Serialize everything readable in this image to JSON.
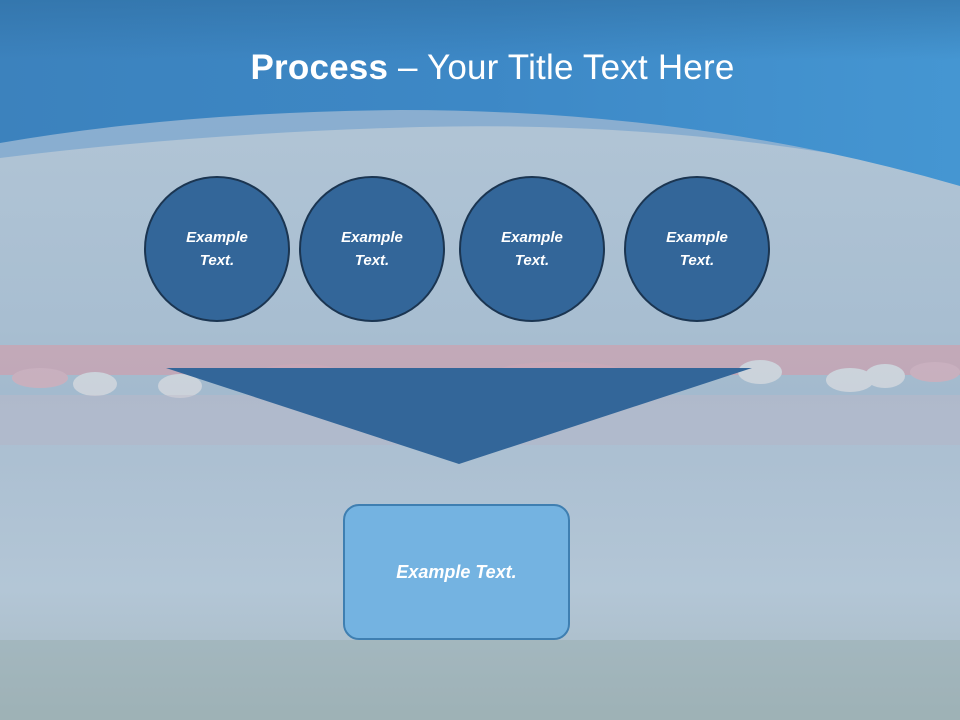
{
  "slide": {
    "title_bold": "Process",
    "title_rest": " – Your Title Text Here",
    "circles": [
      {
        "label": "Example Text."
      },
      {
        "label": "Example Text."
      },
      {
        "label": "Example Text."
      },
      {
        "label": "Example Text."
      }
    ],
    "result_box": {
      "label": "Example Text."
    }
  },
  "colors": {
    "header_blue": "#3a87c4",
    "circle_fill": "#336699",
    "circle_border": "#1b3551",
    "funnel_fill": "#336699",
    "box_fill": "#74b3e1",
    "box_border": "#3f7fb1"
  },
  "background": {
    "photo": "flamingos-in-lake"
  }
}
